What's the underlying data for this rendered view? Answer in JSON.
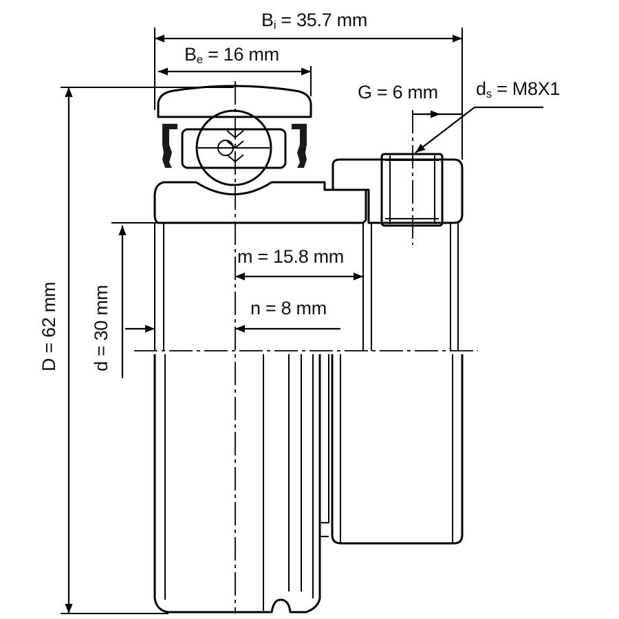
{
  "colors": {
    "section_fill": "#b5b5b5",
    "seal": "#1a1a1a",
    "line": "#000000",
    "background": "#ffffff"
  },
  "labels": {
    "bi": {
      "symbol": "B",
      "subscript": "i",
      "value": " = 35.7 mm"
    },
    "be": {
      "symbol": "B",
      "subscript": "e",
      "value": " = 16 mm"
    },
    "g": {
      "text": "G = 6 mm"
    },
    "ds": {
      "symbol": "d",
      "subscript": "s",
      "value": " = M8X1"
    },
    "m": {
      "text": "m = 15.8 mm"
    },
    "n": {
      "text": "n = 8 mm"
    },
    "d": {
      "text": "d = 30 mm"
    },
    "D": {
      "text": "D = 62 mm"
    }
  }
}
